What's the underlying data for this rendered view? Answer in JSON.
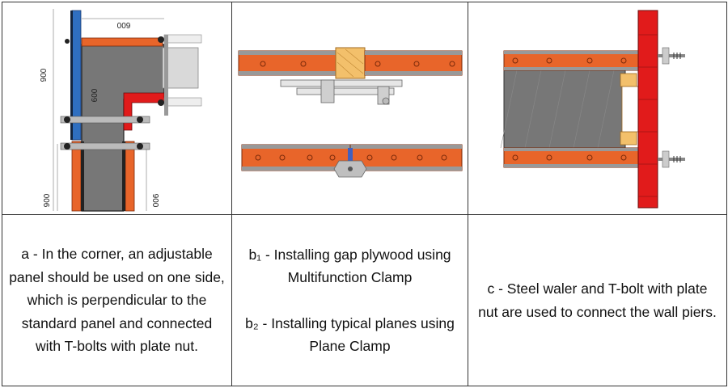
{
  "captions": {
    "a": "a - In the corner, an adjustable panel should be used on one side, which is perpendicular to the standard panel and connected with T-bolts with plate nut.",
    "b1": "b₁ - Installing gap plywood using Multifunction Clamp",
    "b2": "b₂ - Installing typical planes using Plane Clamp",
    "c": "c - Steel waler and T-bolt with plate nut are used to connect the wall piers."
  },
  "dimensions": {
    "top": "009",
    "left": "900",
    "inner": "600",
    "bottom_left": "900",
    "bottom_right": "900"
  },
  "colors": {
    "panel_orange": "#e8652a",
    "concrete_gray": "#777777",
    "blue_panel": "#2f6fc0",
    "red_plate": "#e11b1b",
    "wood": "#f3c06b",
    "border": "#333333"
  }
}
